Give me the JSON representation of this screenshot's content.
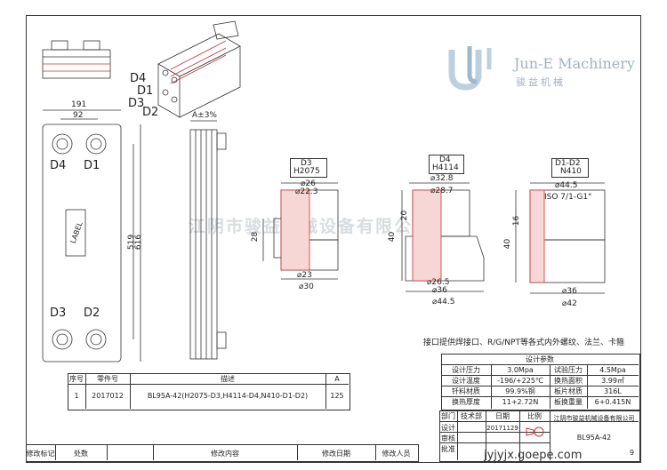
{
  "brand": {
    "name_en": "Jun-E Machinery",
    "name_cn": "骏益机械"
  },
  "watermark": "江阴市骏益机械设备有限公司",
  "front_view": {
    "ports": [
      "D4",
      "D1",
      "D3",
      "D2"
    ],
    "dims": {
      "outer_width": "191",
      "port_spacing": "92",
      "port_pitch": "519",
      "total_height": "616"
    },
    "label_text": "LABEL"
  },
  "side_view": {
    "thickness_label": "A±3%"
  },
  "iso_view": {
    "ports": [
      "D4",
      "D1",
      "D3",
      "D2"
    ]
  },
  "connections": [
    {
      "name": "D3",
      "code": "H2075",
      "dims": [
        "⌀26",
        "⌀22.3",
        "28",
        "⌀23",
        "⌀30"
      ]
    },
    {
      "name": "D4",
      "code": "H4114",
      "dims": [
        "⌀32.8",
        "⌀28.7",
        "40",
        "20",
        "⌀26.5",
        "⌀36",
        "⌀44.5"
      ]
    },
    {
      "name": "D1-D2",
      "code": "N410",
      "dims": [
        "⌀44.5",
        "ISO 7/1-G1\"",
        "16",
        "40",
        "⌀36",
        "⌀42"
      ]
    }
  ],
  "note": "接口提供焊接口、R/G/NPT等各式内外螺纹、法兰、卡箍",
  "design_params": {
    "title": "设计参数",
    "rows": [
      [
        "设计压力",
        "3.0Mpa",
        "试验压力",
        "4.5Mpa"
      ],
      [
        "设计温度",
        "-196/+225℃",
        "换热面积",
        "3.99㎡"
      ],
      [
        "钎料材质",
        "99.9%铜",
        "板片材质",
        "316L"
      ],
      [
        "换热厚度",
        "11+2.72N",
        "板换重量",
        "6+0.415N"
      ]
    ]
  },
  "bom": {
    "headers": [
      "序号",
      "零件号",
      "描述",
      "A"
    ],
    "rows": [
      [
        "1",
        "2017012",
        "BL95A-42(H2075-D3,H4114-D4,N410-D1-D2)",
        "125"
      ]
    ]
  },
  "title_block": {
    "dept_label": "部门",
    "tech_label": "技术部",
    "date_label": "日期",
    "date": "20171129",
    "scale_label": "比例",
    "company": "江阴市骏益机械设备有限公司",
    "model": "BL95A-42",
    "row_labels": [
      "设计",
      "审核",
      "批准"
    ],
    "revision_cols": [
      "修改标记",
      "处数",
      "修改内容",
      "修改日期",
      "修改人员"
    ],
    "footer_model": "9"
  },
  "site_mark": "jyjyjx.goepe.com"
}
